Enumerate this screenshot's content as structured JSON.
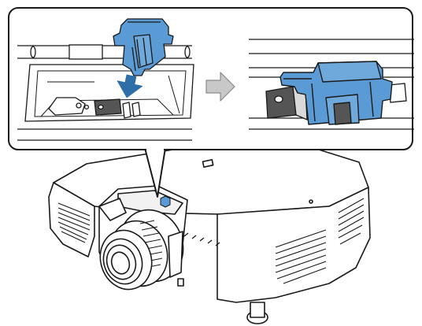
{
  "figure": {
    "subject": "projector-lens-lock-installation",
    "callout_steps": [
      "insert-part",
      "part-seated"
    ],
    "arrow_icon": "right-arrow-icon",
    "insert_icon": "down-arrow-icon",
    "colors": {
      "accent_blue": "#5b9bd5",
      "accent_blue_dark": "#2e6fa8",
      "outline": "#1a1a1a",
      "panel_gray": "#d9d9d9",
      "dark_part": "#555555",
      "arrow_gray": "#c8c8c8",
      "background": "#ffffff"
    }
  }
}
